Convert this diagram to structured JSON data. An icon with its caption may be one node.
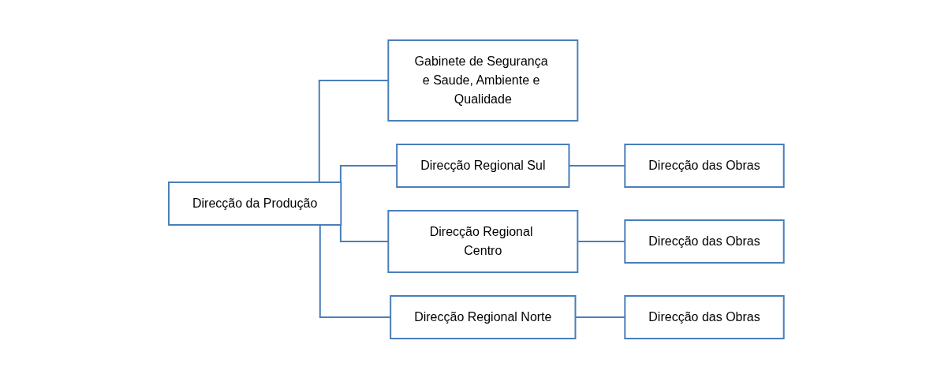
{
  "diagram": {
    "nodes": [
      {
        "text": [
          "Direcção da Produção"
        ]
      },
      {
        "text": [
          "Gabinete de Segurança e Saude, Ambiente e Qualidade"
        ]
      },
      {
        "text": [
          "Direcção Regional Sul"
        ]
      },
      {
        "text": [
          "Direcção das Obras"
        ]
      },
      {
        "text": [
          "Direcção Regional Centro"
        ]
      },
      {
        "text": [
          "Direcção das Obras"
        ]
      },
      {
        "text": [
          "Direcção Regional Norte"
        ]
      },
      {
        "text": [
          "Direcção das Obras"
        ]
      }
    ],
    "edges": [
      {
        "from": 0,
        "to": 1,
        "arrow": "none"
      },
      {
        "from": 0,
        "to": 2,
        "arrow": "none"
      },
      {
        "from": 0,
        "to": 4,
        "arrow": "none"
      },
      {
        "from": 0,
        "to": 6,
        "arrow": "none"
      },
      {
        "from": 2,
        "to": 3,
        "arrow": "none"
      },
      {
        "from": 4,
        "to": 5,
        "arrow": "none"
      },
      {
        "from": 6,
        "to": 7,
        "arrow": "none"
      }
    ]
  }
}
